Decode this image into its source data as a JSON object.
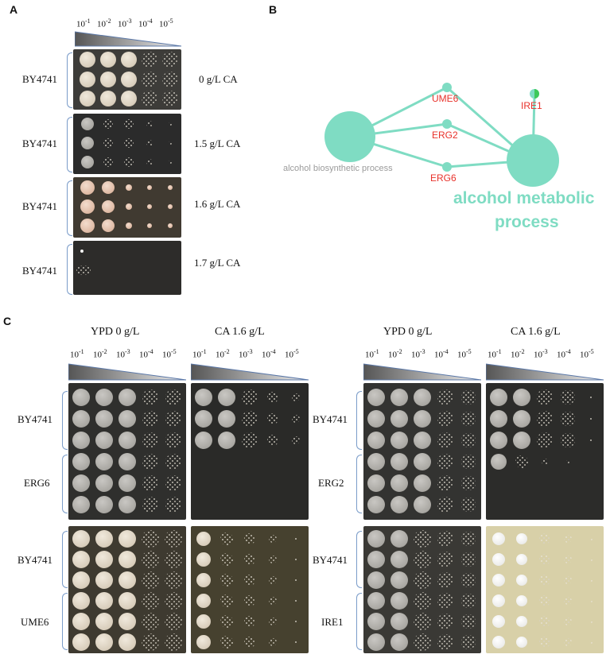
{
  "panels": {
    "A": {
      "letter": "A",
      "dilutions": [
        "10",
        "10",
        "10",
        "10",
        "10"
      ],
      "exponents": [
        "-1",
        "-2",
        "-3",
        "-4",
        "-5"
      ],
      "strain": "BY4741",
      "conditions": [
        "0 g/L CA",
        "1.5 g/L CA",
        "1.6 g/L CA",
        "1.7 g/L CA"
      ]
    },
    "B": {
      "letter": "B",
      "nodes": {
        "left": "alcohol biosynthetic process",
        "right_line1": "alcohol metabolic",
        "right_line2": "process",
        "genes": [
          "UME6",
          "ERG2",
          "ERG6",
          "IRE1"
        ]
      },
      "colors": {
        "node": "#7fdcc3",
        "gene_text": "#e8312a",
        "ire1_dot": "#3ec95a",
        "right_text": "#7fdcc3",
        "left_text": "#9b9b9b"
      }
    },
    "C": {
      "letter": "C",
      "ypd": "YPD 0 g/L",
      "ca": "CA 1.6 g/L",
      "dilutions": [
        "10",
        "10",
        "10",
        "10",
        "10"
      ],
      "exponents": [
        "-1",
        "-2",
        "-3",
        "-4",
        "-5"
      ],
      "left_labels": [
        "BY4741",
        "ERG6",
        "BY4741",
        "UME6"
      ],
      "right_labels": [
        "BY4741",
        "ERG2",
        "BY4741",
        "IRE1"
      ]
    }
  }
}
